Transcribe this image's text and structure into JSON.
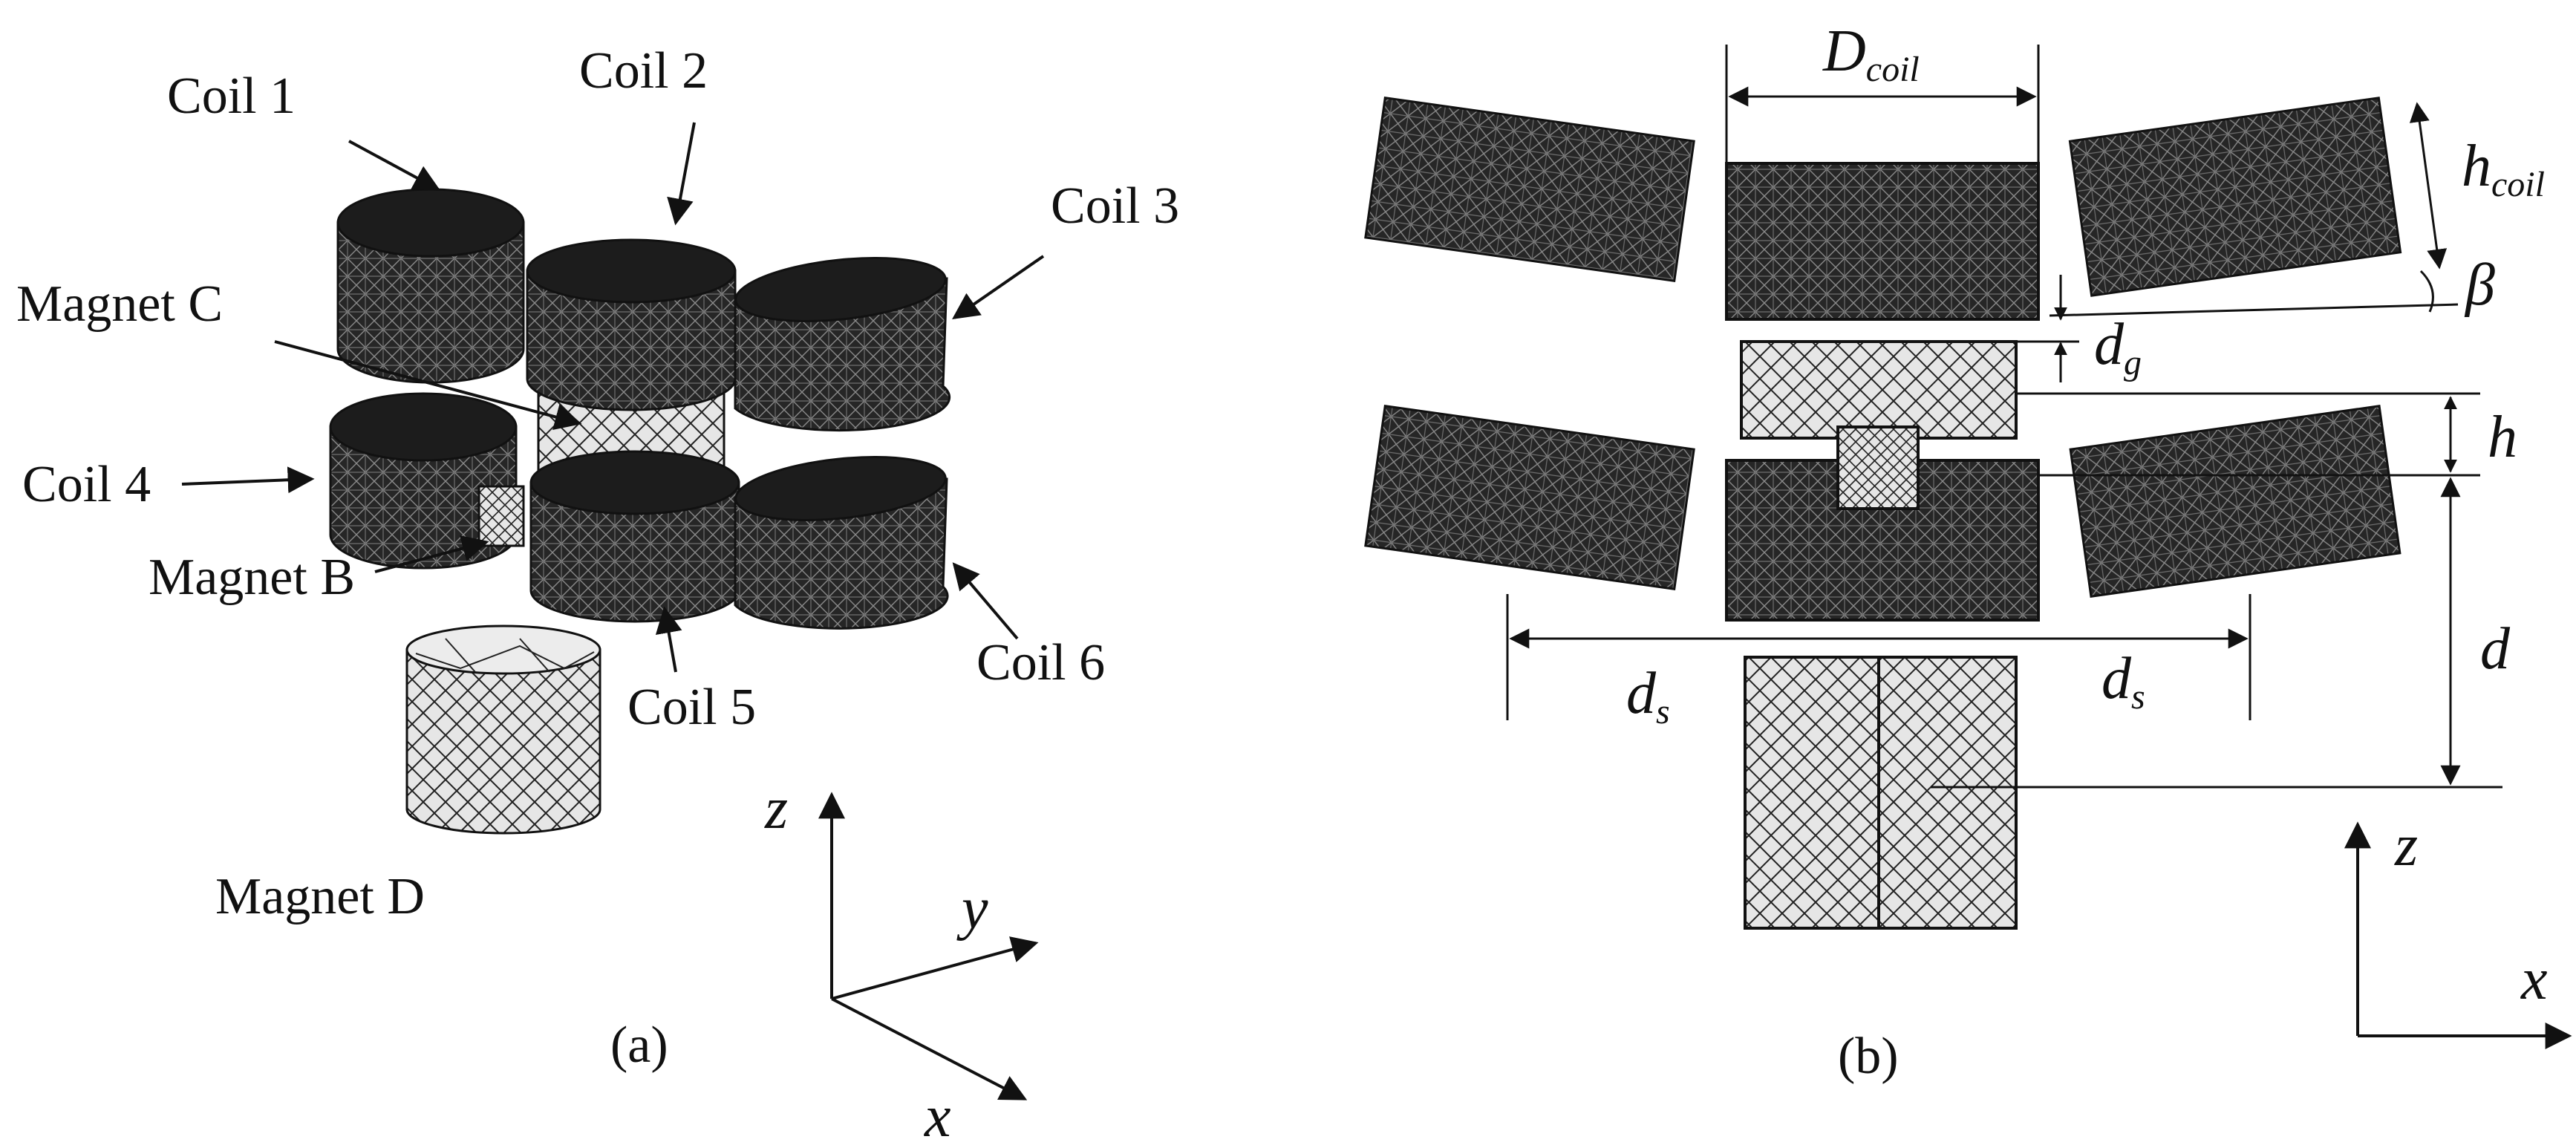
{
  "panel_a": {
    "caption": "(a)",
    "coil_labels": [
      "Coil 1",
      "Coil 2",
      "Coil 3",
      "Coil 4",
      "Coil 5",
      "Coil 6"
    ],
    "magnet_labels": [
      "Magnet C",
      "Magnet B",
      "Magnet D"
    ],
    "axes": {
      "z": "z",
      "y": "y",
      "x": "x"
    }
  },
  "panel_b": {
    "caption": "(b)",
    "dims": {
      "D_main": "D",
      "D_sub": "coil",
      "h_coil_main": "h",
      "h_coil_sub": "coil",
      "beta": "β",
      "dg_main": "d",
      "dg_sub": "g",
      "h": "h",
      "d": "d",
      "ds_main": "d",
      "ds_sub": "s"
    },
    "axes": {
      "z": "z",
      "x": "x"
    }
  },
  "colors": {
    "coil": "#2a2a2a",
    "coil_mesh": "#8a8a8a",
    "magnet": "#e4e4e4",
    "magnet_mesh": "#222222"
  }
}
